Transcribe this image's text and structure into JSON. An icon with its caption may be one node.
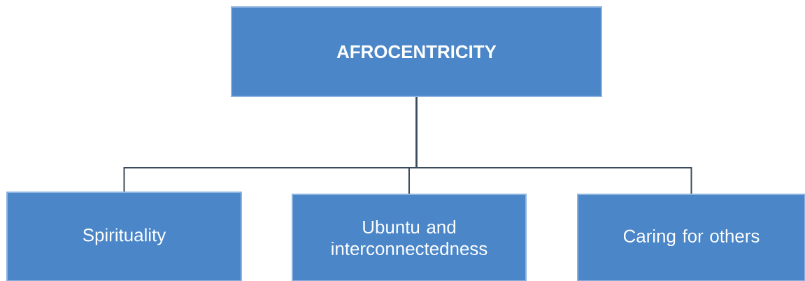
{
  "diagram": {
    "nodes": [
      {
        "text": [
          "AFROCENTRICITY"
        ]
      },
      {
        "text": [
          "Spirituality"
        ]
      },
      {
        "text": [
          "Ubuntu and interconnectedness"
        ]
      },
      {
        "text": [
          "Caring for others"
        ]
      }
    ],
    "edges": [
      {
        "from": 0,
        "to": 1,
        "arrow": "none"
      },
      {
        "from": 0,
        "to": 2,
        "arrow": "none"
      },
      {
        "from": 0,
        "to": 3,
        "arrow": "none"
      }
    ]
  }
}
